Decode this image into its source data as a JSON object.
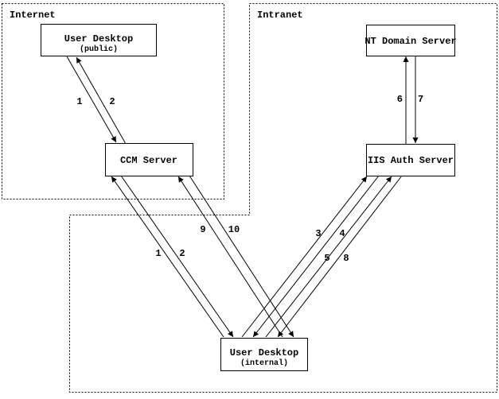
{
  "diagram": {
    "zones": {
      "internet": {
        "label": "Internet"
      },
      "intranet": {
        "label": "Intranet"
      }
    },
    "nodes": {
      "user_desktop_public": {
        "label": "User Desktop",
        "sublabel": "(public)"
      },
      "ccm_server": {
        "label": "CCM Server"
      },
      "nt_domain_server": {
        "label": "NT Domain Server"
      },
      "iis_auth_server": {
        "label": "IIS Auth Server"
      },
      "user_desktop_internal": {
        "label": "User Desktop",
        "sublabel": "(internal)"
      }
    },
    "edges": [
      {
        "label": "1",
        "from": "user-desktop-public",
        "to": "ccm-server"
      },
      {
        "label": "2",
        "from": "ccm-server",
        "to": "user-desktop-public"
      },
      {
        "label": "1",
        "from": "user-desktop-internal",
        "to": "ccm-server"
      },
      {
        "label": "2",
        "from": "ccm-server",
        "to": "user-desktop-internal"
      },
      {
        "label": "3",
        "from": "user-desktop-internal",
        "to": "iis-auth-server"
      },
      {
        "label": "4",
        "from": "iis-auth-server",
        "to": "user-desktop-internal"
      },
      {
        "label": "5",
        "from": "user-desktop-internal",
        "to": "iis-auth-server"
      },
      {
        "label": "6",
        "from": "iis-auth-server",
        "to": "nt-domain-server"
      },
      {
        "label": "7",
        "from": "nt-domain-server",
        "to": "iis-auth-server"
      },
      {
        "label": "8",
        "from": "iis-auth-server",
        "to": "user-desktop-internal"
      },
      {
        "label": "9",
        "from": "user-desktop-internal",
        "to": "ccm-server"
      },
      {
        "label": "10",
        "from": "ccm-server",
        "to": "user-desktop-internal"
      }
    ],
    "colors": {
      "line": "#000000",
      "background": "#ffffff"
    }
  }
}
